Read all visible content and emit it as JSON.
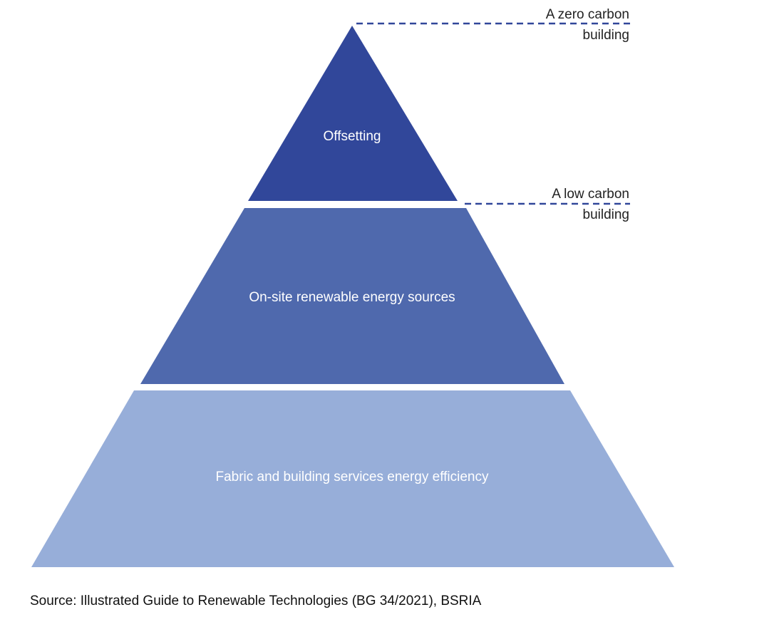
{
  "pyramid": {
    "tiers": [
      {
        "label": "Offsetting",
        "color": "#31479a"
      },
      {
        "label": "On-site renewable energy sources",
        "color": "#4f69ad"
      },
      {
        "label": "Fabric and building services energy efficiency",
        "color": "#97aed9"
      }
    ]
  },
  "markers": [
    {
      "line1": "A zero carbon",
      "line2": "building"
    },
    {
      "line1": "A low carbon",
      "line2": "building"
    }
  ],
  "marker_line_color": "#31479a",
  "source": "Source: Illustrated Guide to Renewable Technologies (BG 34/2021), BSRIA"
}
